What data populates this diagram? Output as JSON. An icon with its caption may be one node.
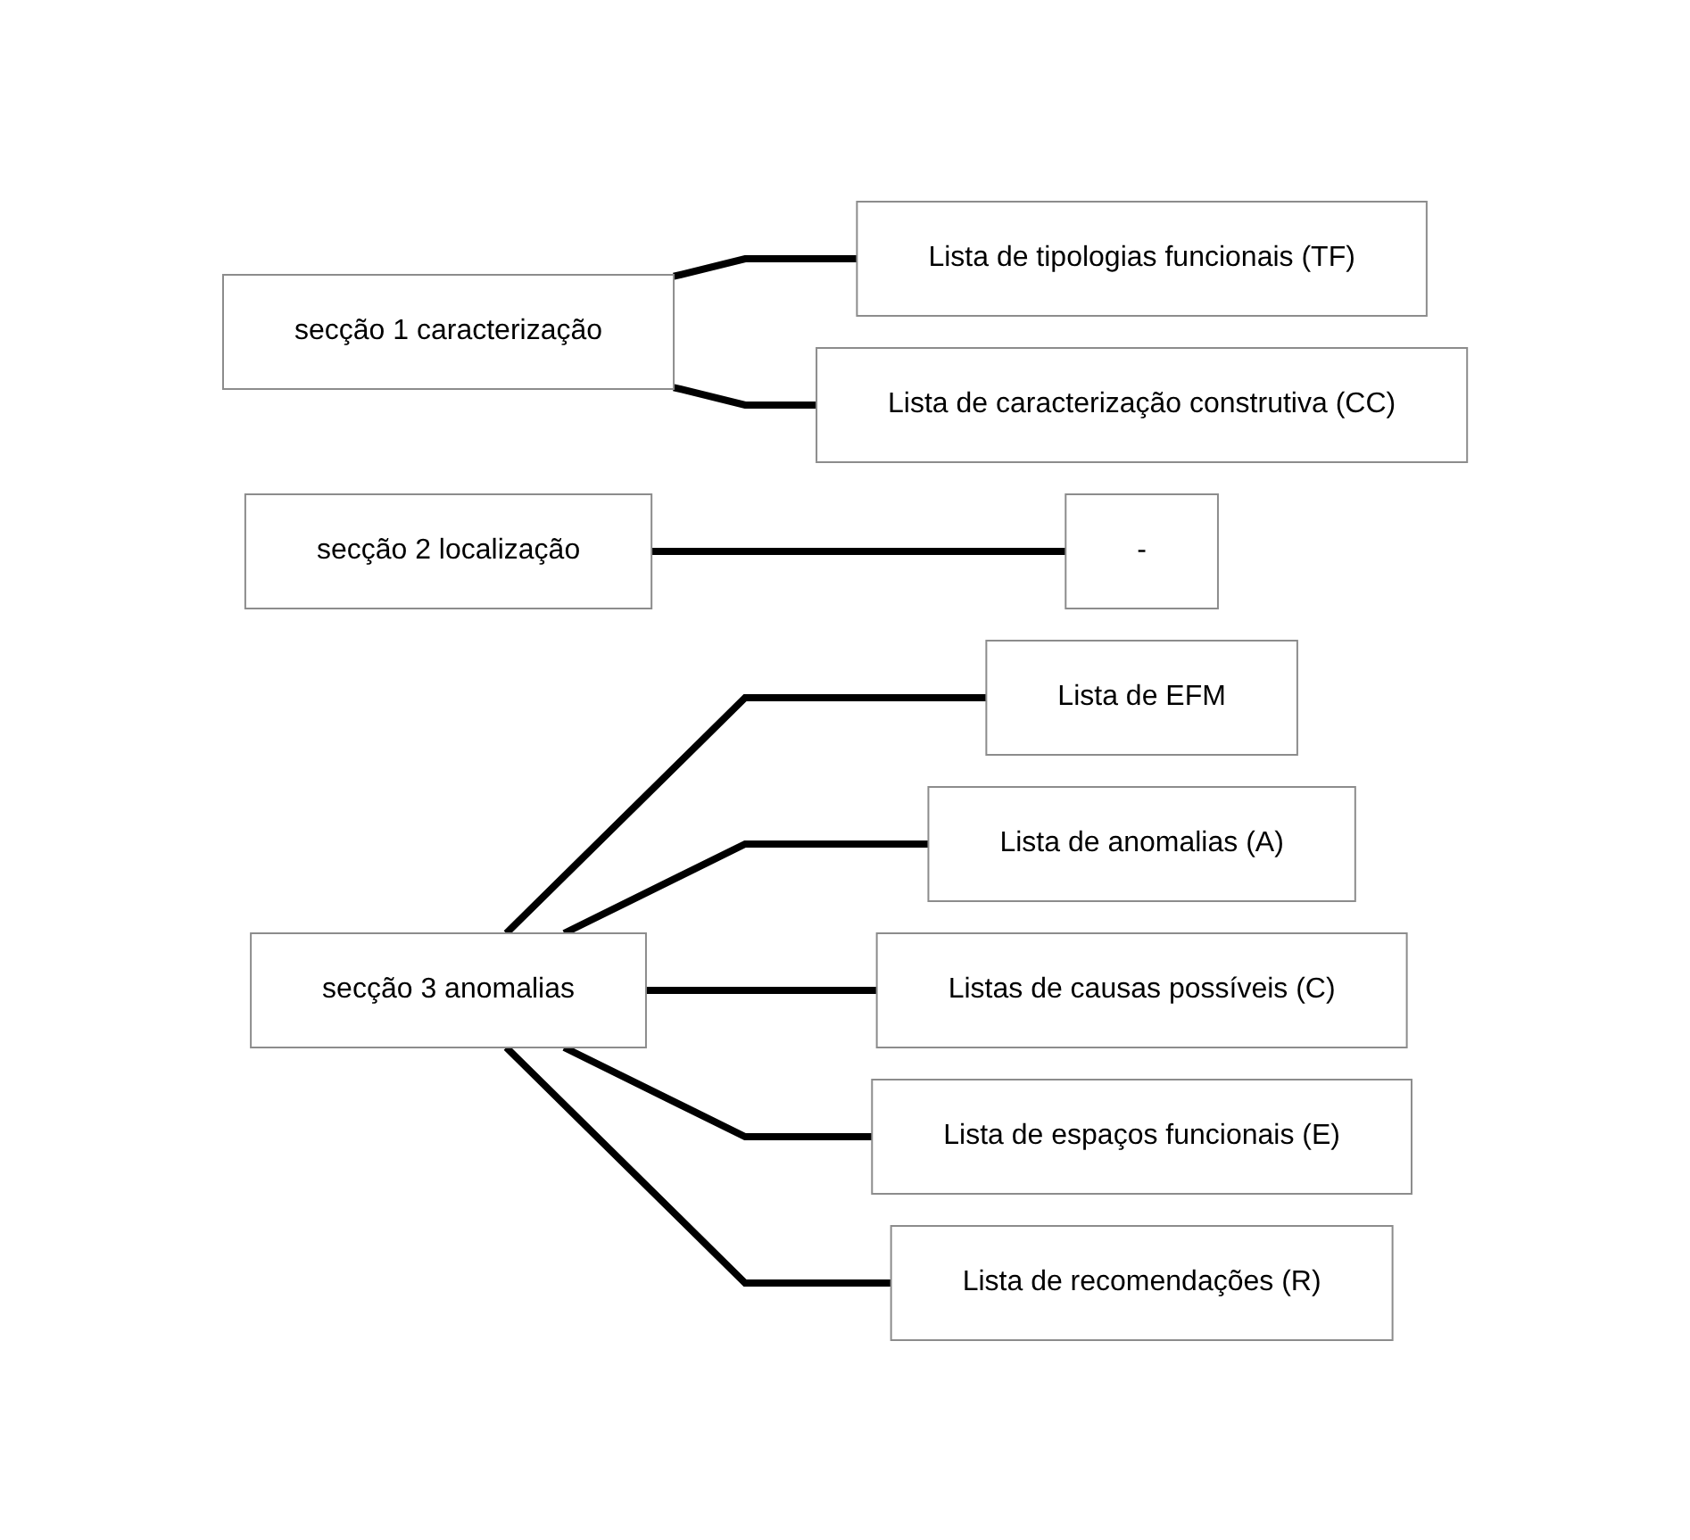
{
  "diagram": {
    "nodes": [
      {
        "text": [
          "secção 1 caracterização"
        ]
      },
      {
        "text": [
          "Lista de tipologias funcionais (TF)"
        ]
      },
      {
        "text": [
          "Lista de caracterização construtiva (CC)"
        ]
      },
      {
        "text": [
          "secção 2 localização"
        ]
      },
      {
        "text": [
          "-"
        ]
      },
      {
        "text": [
          "secção 3 anomalias"
        ]
      },
      {
        "text": [
          "Lista de EFM"
        ]
      },
      {
        "text": [
          "Lista de anomalias (A)"
        ]
      },
      {
        "text": [
          "Listas de causas possíveis (C)"
        ]
      },
      {
        "text": [
          "Lista de espaços funcionais (E)"
        ]
      },
      {
        "text": [
          "Lista de recomendações (R)"
        ]
      }
    ],
    "edges": [
      {
        "from": 0,
        "to": 1,
        "arrow": "none"
      },
      {
        "from": 0,
        "to": 2,
        "arrow": "none"
      },
      {
        "from": 3,
        "to": 4,
        "arrow": "none"
      },
      {
        "from": 5,
        "to": 6,
        "arrow": "none"
      },
      {
        "from": 5,
        "to": 7,
        "arrow": "none"
      },
      {
        "from": 5,
        "to": 8,
        "arrow": "none"
      },
      {
        "from": 5,
        "to": 9,
        "arrow": "none"
      },
      {
        "from": 5,
        "to": 10,
        "arrow": "none"
      }
    ]
  }
}
